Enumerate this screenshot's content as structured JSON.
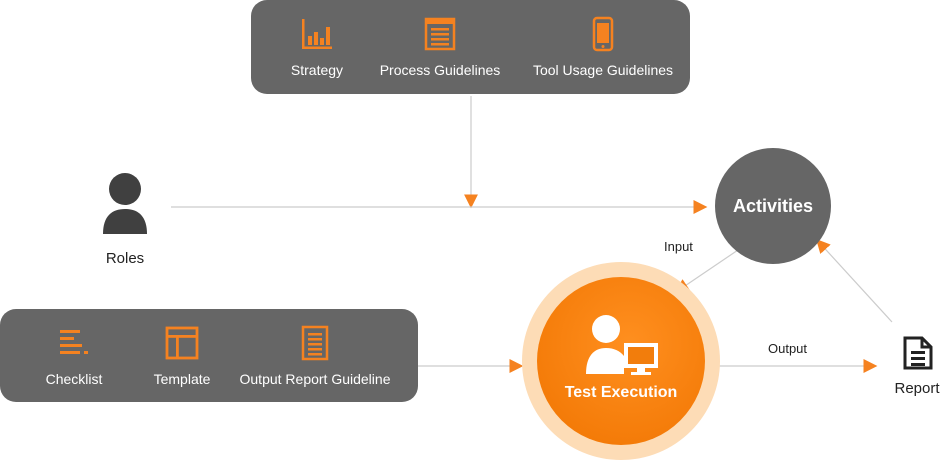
{
  "guidelines_panel": {
    "items": [
      {
        "label": "Strategy",
        "icon": "bar-chart-icon"
      },
      {
        "label": "Process Guidelines",
        "icon": "document-list-icon"
      },
      {
        "label": "Tool Usage Guidelines",
        "icon": "mobile-device-icon"
      }
    ]
  },
  "inputs_panel": {
    "items": [
      {
        "label": "Checklist",
        "icon": "checklist-icon"
      },
      {
        "label": "Template",
        "icon": "template-layout-icon"
      },
      {
        "label": "Output Report Guideline",
        "icon": "report-document-icon"
      }
    ]
  },
  "roles": {
    "label": "Roles",
    "icon": "person-icon"
  },
  "activities": {
    "label": "Activities"
  },
  "test_execution": {
    "label": "Test Execution",
    "icon": "user-computer-icon"
  },
  "report": {
    "label": "Report",
    "icon": "report-file-icon"
  },
  "edges": {
    "input_label": "Input",
    "output_label": "Output"
  },
  "colors": {
    "accent": "#f58220",
    "panel": "#666666",
    "line": "#cccccc",
    "ring": "#fddcb6"
  }
}
